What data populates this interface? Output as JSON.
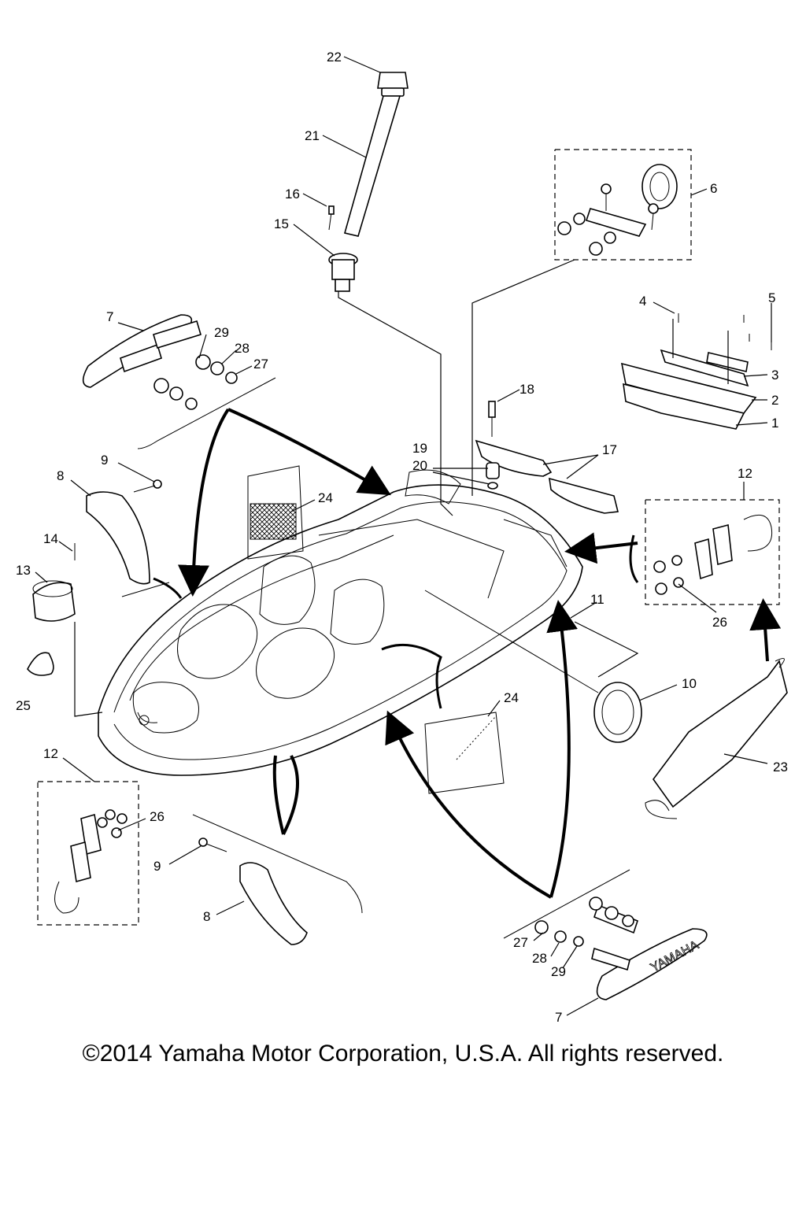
{
  "callouts": [
    "1",
    "2",
    "3",
    "4",
    "5",
    "6",
    "7",
    "8",
    "9",
    "10",
    "11",
    "12",
    "13",
    "14",
    "15",
    "16",
    "17",
    "18",
    "19",
    "20",
    "21",
    "22",
    "23",
    "24",
    "25",
    "26",
    "27",
    "28",
    "29"
  ],
  "emblem_text": "YAMAHA",
  "copyright": "©2014 Yamaha Motor Corporation, U.S.A. All rights reserved."
}
